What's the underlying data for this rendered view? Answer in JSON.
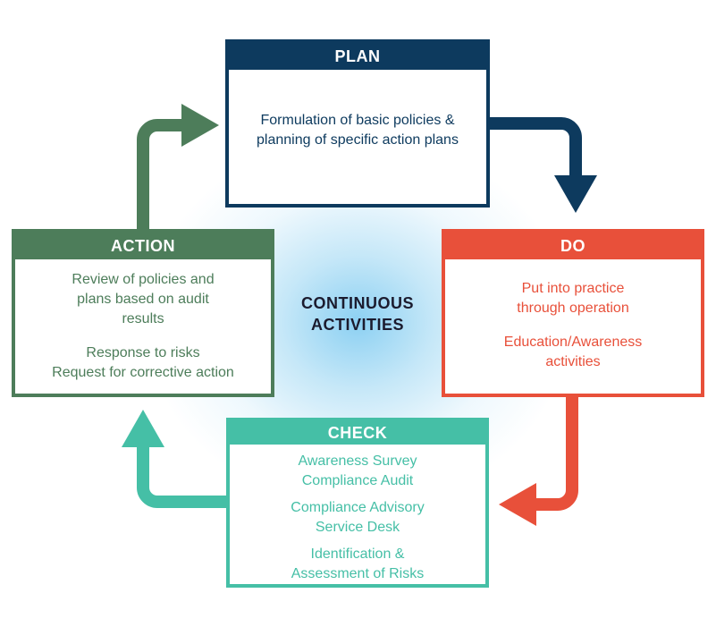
{
  "center_label": {
    "line1": "CONTINUOUS",
    "line2": "ACTIVITIES"
  },
  "plan": {
    "title": "PLAN",
    "lines": [
      "Formulation of basic policies &",
      "planning of specific action plans"
    ]
  },
  "do": {
    "title": "DO",
    "group1": [
      "Put into practice",
      "through operation"
    ],
    "group2": [
      "Education/Awareness",
      "activities"
    ]
  },
  "check": {
    "title": "CHECK",
    "group1": [
      "Awareness Survey",
      "Compliance Audit"
    ],
    "group2": [
      "Compliance Advisory",
      "Service Desk"
    ],
    "group3": [
      "Identification &",
      "Assessment of Risks"
    ]
  },
  "action": {
    "title": "ACTION",
    "group1": [
      "Review of policies and",
      "plans based on audit",
      "results"
    ],
    "group2": [
      "Response to risks",
      "Request for corrective action"
    ]
  },
  "colors": {
    "plan": "#0d3a5e",
    "do": "#e8503a",
    "check": "#45bfa6",
    "action": "#4d7d5a",
    "center_glow": "#8fd0f0",
    "center_text": "#1b1b2e"
  }
}
